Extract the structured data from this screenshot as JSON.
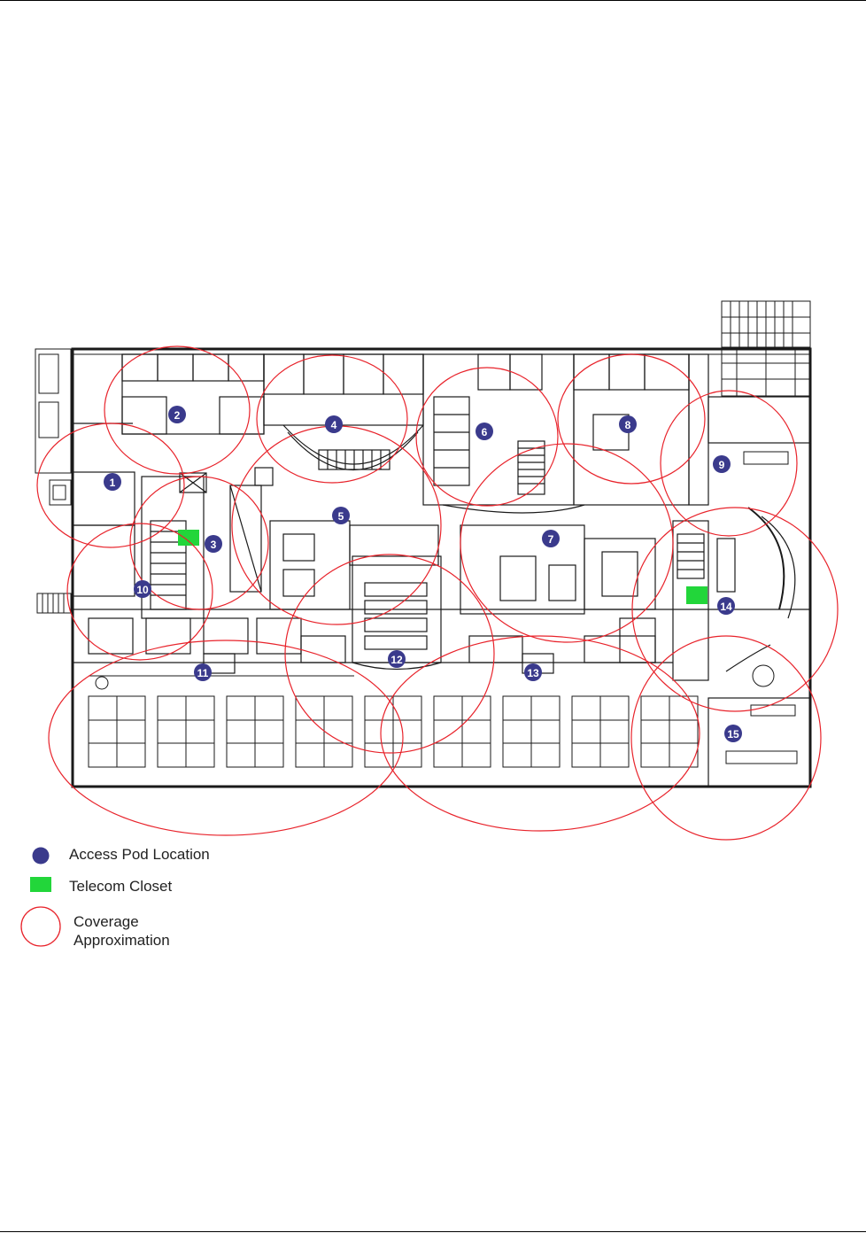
{
  "legend": {
    "pod_label": "Access Pod Location",
    "closet_label": "Telecom Closet",
    "coverage_label_line1": "Coverage",
    "coverage_label_line2": "Approximation"
  },
  "colors": {
    "pod": "#3a3a8c",
    "closet": "#22d63a",
    "coverage": "#e8232b",
    "walls": "#1a1a1a"
  },
  "access_pods": [
    "1",
    "2",
    "3",
    "4",
    "5",
    "6",
    "7",
    "8",
    "9",
    "10",
    "11",
    "12",
    "13",
    "14",
    "15"
  ],
  "telecom_closets": 2
}
